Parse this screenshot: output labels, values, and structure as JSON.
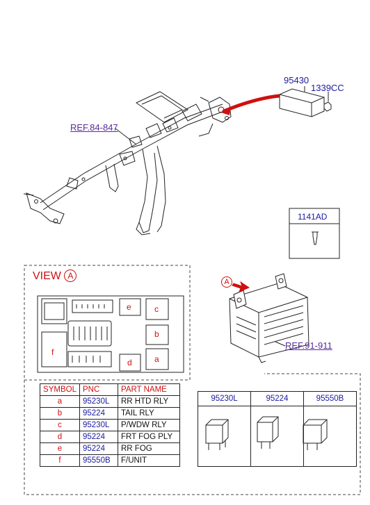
{
  "parts": {
    "relay_95430": "95430",
    "nut_1339cc": "1339CC",
    "ref_crossmember": "REF.84-847",
    "clip_1141ad": "1141AD",
    "ref_junction": "REF.91-911"
  },
  "view": {
    "title": "VIEW",
    "marker": "A",
    "arrow_marker": "A",
    "slots": [
      "e",
      "c",
      "b",
      "f",
      "d",
      "a"
    ]
  },
  "legend": {
    "headers": [
      "SYMBOL",
      "PNC",
      "PART NAME"
    ],
    "rows": [
      {
        "symbol": "a",
        "pnc": "95230L",
        "name": "RR HTD RLY"
      },
      {
        "symbol": "b",
        "pnc": "95224",
        "name": "TAIL RLY"
      },
      {
        "symbol": "c",
        "pnc": "95230L",
        "name": "P/WDW RLY"
      },
      {
        "symbol": "d",
        "pnc": "95224",
        "name": "FRT FOG PLY"
      },
      {
        "symbol": "e",
        "pnc": "95224",
        "name": "RR FOG"
      },
      {
        "symbol": "f",
        "pnc": "95550B",
        "name": "F/UNIT"
      }
    ]
  },
  "relay_table": {
    "headers": [
      "95230L",
      "95224",
      "95550B"
    ]
  }
}
